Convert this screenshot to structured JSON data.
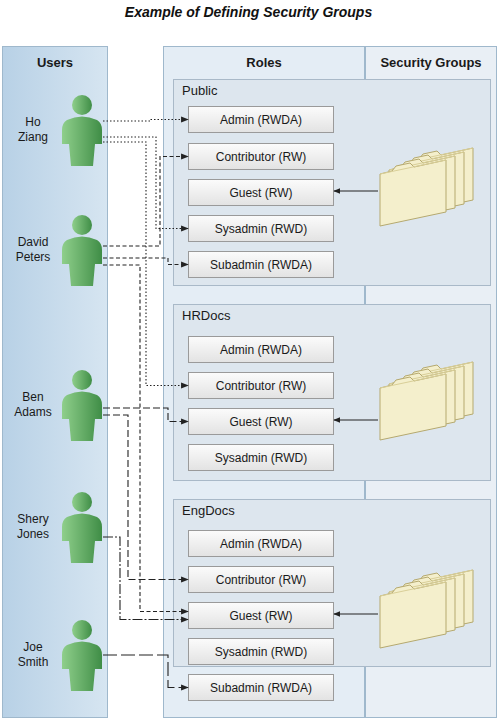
{
  "diagram": {
    "title": "Example of Defining Security Groups",
    "nodes": [
      {
        "text": [
          "Users"
        ]
      },
      {
        "text": [
          "Ho Ziang"
        ],
        "in": 0
      },
      {
        "text": [
          "David Peters"
        ],
        "in": 0
      },
      {
        "text": [
          "Ben Adams"
        ],
        "in": 0
      },
      {
        "text": [
          "Shery Jones"
        ],
        "in": 0
      },
      {
        "text": [
          "Joe Smith"
        ],
        "in": 0
      },
      {
        "text": [
          "Roles"
        ]
      },
      {
        "text": [
          "Public"
        ],
        "in": 6
      },
      {
        "text": [
          "Admin (RWDA)"
        ],
        "in": 7
      },
      {
        "text": [
          "Contributor (RW)"
        ],
        "in": 7
      },
      {
        "text": [
          "Guest (RW)"
        ],
        "in": 7
      },
      {
        "text": [
          "Sysadmin (RWD)"
        ],
        "in": 7
      },
      {
        "text": [
          "Subadmin (RWDA)"
        ],
        "in": 7
      },
      {
        "text": [
          "HRDocs"
        ],
        "in": 6
      },
      {
        "text": [
          "Admin (RWDA)"
        ],
        "in": 13
      },
      {
        "text": [
          "Contributor (RW)"
        ],
        "in": 13
      },
      {
        "text": [
          "Guest (RW)"
        ],
        "in": 13
      },
      {
        "text": [
          "Sysadmin (RWD)"
        ],
        "in": 13
      },
      {
        "text": [
          "EngDocs"
        ],
        "in": 6
      },
      {
        "text": [
          "Admin (RWDA)"
        ],
        "in": 18
      },
      {
        "text": [
          "Contributor (RW)"
        ],
        "in": 18
      },
      {
        "text": [
          "Guest (RW)"
        ],
        "in": 18
      },
      {
        "text": [
          "Sysadmin (RWD)"
        ],
        "in": 18
      },
      {
        "text": [
          "Subadmin (RWDA)"
        ],
        "in": 18
      },
      {
        "text": [
          "Security Groups"
        ]
      }
    ],
    "edges": [
      {
        "from": 1,
        "to": 8,
        "arrow": "to"
      },
      {
        "from": 1,
        "to": 11,
        "arrow": "to"
      },
      {
        "from": 1,
        "to": 15,
        "arrow": "to"
      },
      {
        "from": 2,
        "to": 9,
        "arrow": "to"
      },
      {
        "from": 2,
        "to": 12,
        "arrow": "to"
      },
      {
        "from": 2,
        "to": 21,
        "arrow": "to"
      },
      {
        "from": 3,
        "to": 16,
        "arrow": "to"
      },
      {
        "from": 3,
        "to": 20,
        "arrow": "to"
      },
      {
        "from": 4,
        "to": 21,
        "arrow": "to"
      },
      {
        "from": 5,
        "to": 23,
        "arrow": "to"
      }
    ]
  }
}
